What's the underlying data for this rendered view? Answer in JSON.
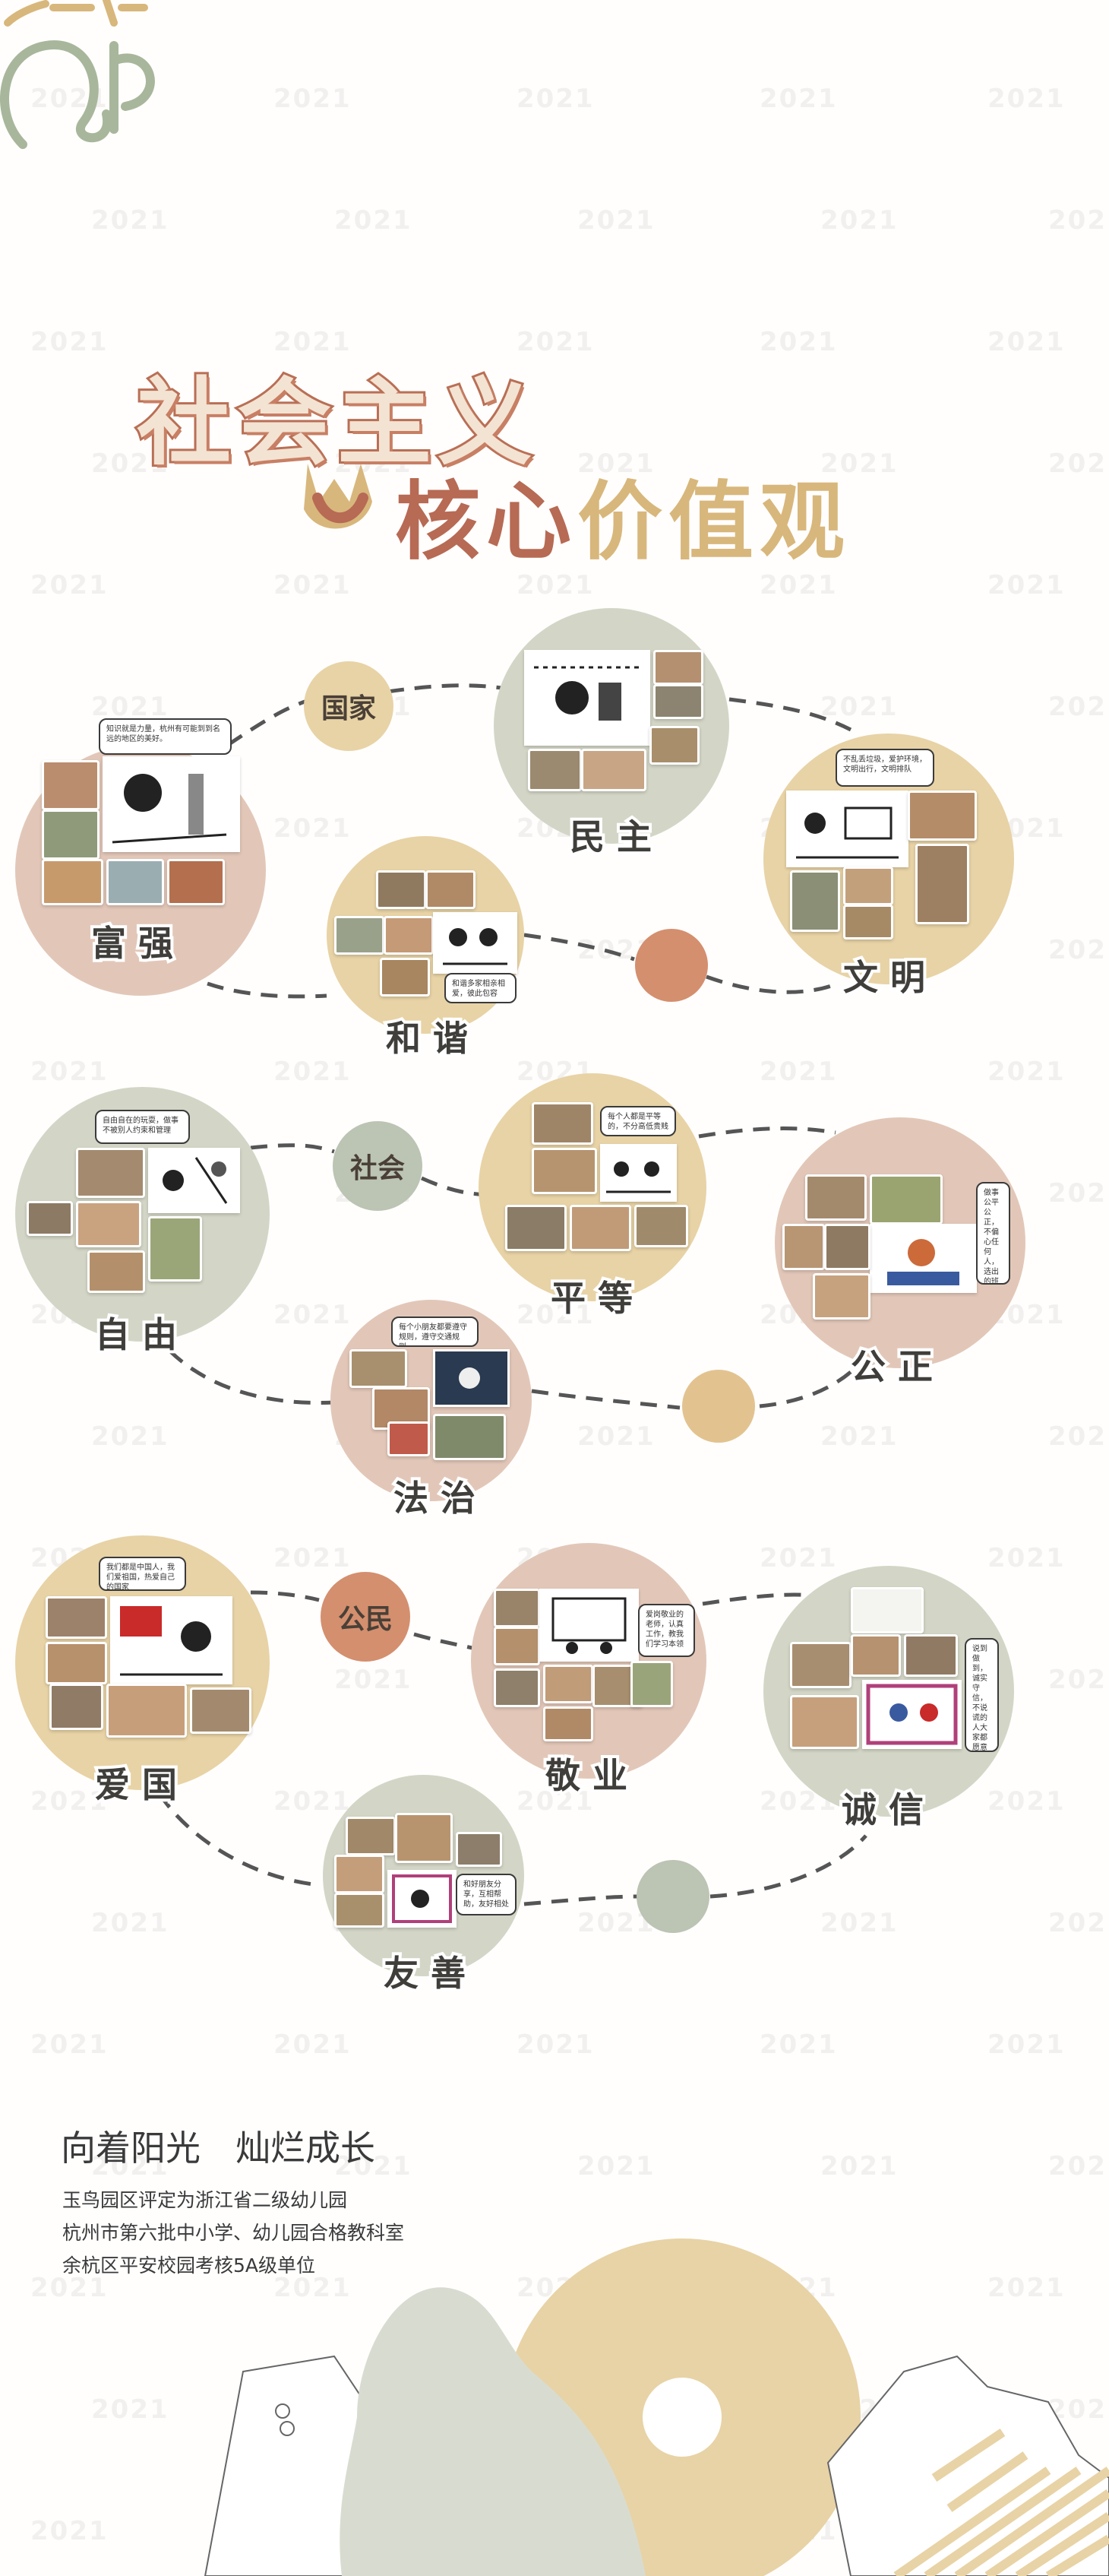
{
  "title": {
    "line1": "社会主义",
    "line2_dark": "核心",
    "line2_light": "价值观"
  },
  "watermark": "2021",
  "sections": [
    {
      "level": "国家",
      "values": [
        {
          "label": "富强",
          "note": "知识就是力量，杭州有可能到到名远的地区的美好。"
        },
        {
          "label": "民主",
          "note": ""
        },
        {
          "label": "和谐",
          "note": "和谐多家相亲相爱，彼此包容"
        },
        {
          "label": "文明",
          "note": "不乱丢垃圾，爱护环境，文明出行，文明排队"
        }
      ]
    },
    {
      "level": "社会",
      "values": [
        {
          "label": "自由",
          "note": "自由自在的玩耍，做事不被别人约束和管理"
        },
        {
          "label": "平等",
          "note": "每个人都是平等的，不分高低贵贱"
        },
        {
          "label": "公正",
          "note": "做事公平公正，不偏心任何人，选出的班长有威信"
        },
        {
          "label": "法治",
          "note": "每个小朋友都要遵守规则，遵守交通规则。"
        }
      ]
    },
    {
      "level": "公民",
      "values": [
        {
          "label": "爱国",
          "note": "我们都是中国人，我们爱祖国，热爱自己的国家"
        },
        {
          "label": "敬业",
          "note": "爱岗敬业的老师，认真工作，教我们学习本领"
        },
        {
          "label": "诚信",
          "note": "说到做到，诚实守信，不说谎的人大家都愿意和他做朋友"
        },
        {
          "label": "友善",
          "note": "和好朋友分享，互相帮助，友好相处"
        }
      ]
    }
  ],
  "footer": {
    "slogan": "向着阳光　灿烂成长",
    "lines": [
      "玉鸟园区评定为浙江省二级幼儿园",
      "杭州市第六批中小学、幼儿园合格教科室",
      "余杭区平安校园考核5A级单位"
    ]
  },
  "colors": {
    "pink": "#e2c7b8",
    "sand": "#e8d3a6",
    "sage": "#d3d6c6",
    "tan_dot": "#e2c390",
    "terracotta_dot": "#d48f6e",
    "sage_dot": "#bcc4b4",
    "title_red": "#b76a54",
    "title_gold": "#d8b77c"
  },
  "icons": [
    "logo-mark",
    "tulip-icon"
  ]
}
